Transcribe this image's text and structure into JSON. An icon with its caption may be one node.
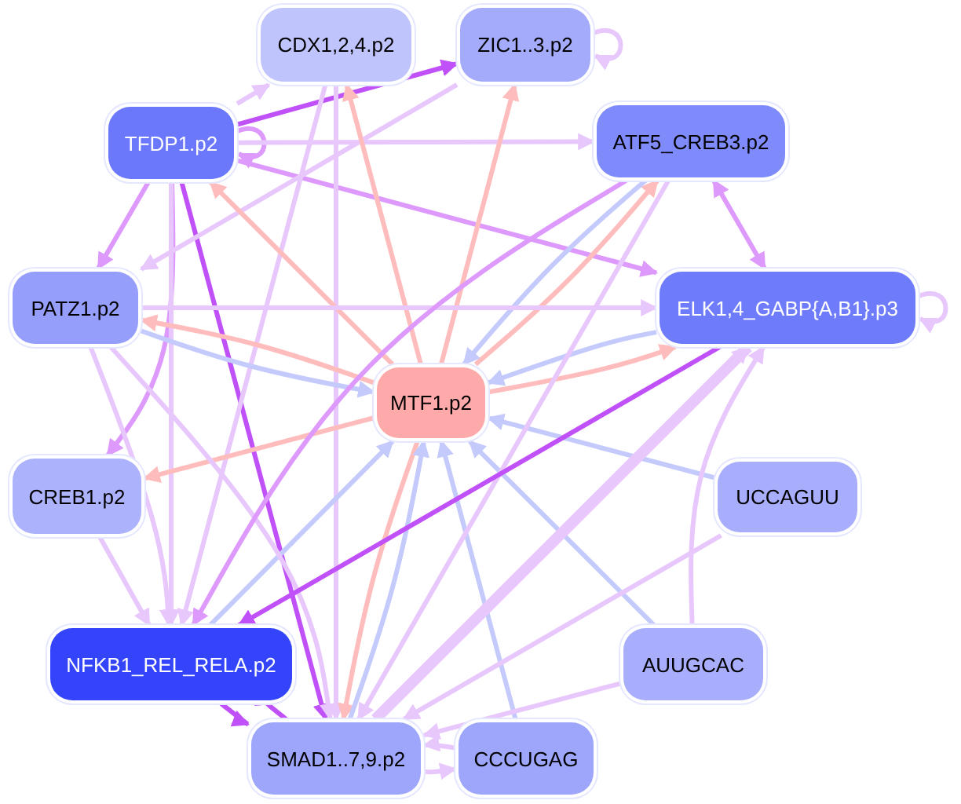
{
  "diagram": {
    "nodes": [
      {
        "text": [
          "CDX1,2,4.p2"
        ]
      },
      {
        "text": [
          "ZIC1..3.p2"
        ]
      },
      {
        "text": [
          "TFDP1.p2"
        ]
      },
      {
        "text": [
          "ATF5_CREB3.p2"
        ]
      },
      {
        "text": [
          "PATZ1.p2"
        ]
      },
      {
        "text": [
          "ELK1,4_GABP{A,B1}.p3"
        ]
      },
      {
        "text": [
          "MTF1.p2"
        ]
      },
      {
        "text": [
          "CREB1.p2"
        ]
      },
      {
        "text": [
          "UCCAGUU"
        ]
      },
      {
        "text": [
          "NFKB1_REL_RELA.p2"
        ]
      },
      {
        "text": [
          "AUUGCAC"
        ]
      },
      {
        "text": [
          "SMAD1..7,9.p2"
        ]
      },
      {
        "text": [
          "CCCUGAG"
        ]
      }
    ],
    "edges": [
      {
        "from": 2,
        "to": 0,
        "arrow": "to"
      },
      {
        "from": 2,
        "to": 1,
        "arrow": "to",
        "color": "#c050f8"
      },
      {
        "from": 2,
        "to": 2,
        "arrow": "to",
        "color": "#dd9afc"
      },
      {
        "from": 2,
        "to": 3,
        "arrow": "to"
      },
      {
        "from": 2,
        "to": 5,
        "arrow": "to",
        "color": "#dd9afc"
      },
      {
        "from": 2,
        "to": 4,
        "arrow": "to",
        "color": "#dd9afc"
      },
      {
        "from": 2,
        "to": 7,
        "arrow": "to",
        "color": "#dd9afc"
      },
      {
        "from": 2,
        "to": 9,
        "arrow": "to"
      },
      {
        "from": 2,
        "to": 11,
        "arrow": "to",
        "color": "#c050f8"
      },
      {
        "from": 1,
        "to": 4,
        "arrow": "to"
      },
      {
        "from": 1,
        "to": 1,
        "arrow": "to"
      },
      {
        "from": 0,
        "to": 9,
        "arrow": "to"
      },
      {
        "from": 0,
        "to": 11,
        "arrow": "to"
      },
      {
        "from": 6,
        "to": 0,
        "arrow": "to",
        "color": "#ffbcbc"
      },
      {
        "from": 6,
        "to": 1,
        "arrow": "to",
        "color": "#ffbcbc"
      },
      {
        "from": 6,
        "to": 2,
        "arrow": "to",
        "color": "#ffbcbc"
      },
      {
        "from": 6,
        "to": 4,
        "arrow": "to",
        "color": "#ffbcbc"
      },
      {
        "from": 6,
        "to": 7,
        "arrow": "to",
        "color": "#ffbcbc"
      },
      {
        "from": 6,
        "to": 3,
        "arrow": "to",
        "color": "#ffbcbc"
      },
      {
        "from": 6,
        "to": 5,
        "arrow": "to",
        "color": "#ffbcbc"
      },
      {
        "from": 6,
        "to": 11,
        "arrow": "to",
        "color": "#ffbcbc"
      },
      {
        "from": 4,
        "to": 6,
        "arrow": "to",
        "color": "#c4cafc"
      },
      {
        "from": 5,
        "to": 6,
        "arrow": "to",
        "color": "#c4cafc"
      },
      {
        "from": 3,
        "to": 6,
        "arrow": "to",
        "color": "#c4cafc"
      },
      {
        "from": 9,
        "to": 6,
        "arrow": "to",
        "color": "#c4cafc"
      },
      {
        "from": 8,
        "to": 6,
        "arrow": "to",
        "color": "#c4cafc"
      },
      {
        "from": 10,
        "to": 6,
        "arrow": "to",
        "color": "#c4cafc"
      },
      {
        "from": 12,
        "to": 6,
        "arrow": "to",
        "color": "#c4cafc"
      },
      {
        "from": 11,
        "to": 6,
        "arrow": "to",
        "color": "#c4cafc"
      },
      {
        "from": 4,
        "to": 5,
        "arrow": "to"
      },
      {
        "from": 4,
        "to": 9,
        "arrow": "to"
      },
      {
        "from": 4,
        "to": 11,
        "arrow": "to"
      },
      {
        "from": 3,
        "to": 9,
        "arrow": "to",
        "color": "#dd9afc"
      },
      {
        "from": 3,
        "to": 11,
        "arrow": "to"
      },
      {
        "from": 3,
        "to": 5,
        "arrow": "both",
        "color": "#dd9afc"
      },
      {
        "from": 5,
        "to": 5,
        "arrow": "to"
      },
      {
        "from": 5,
        "to": 9,
        "arrow": "to",
        "color": "#c050f8"
      },
      {
        "from": 11,
        "to": 5,
        "arrow": "to",
        "style": "thick"
      },
      {
        "from": 7,
        "to": 9,
        "arrow": "to"
      },
      {
        "from": 9,
        "to": 11,
        "arrow": "to",
        "color": "#c050f8"
      },
      {
        "from": 11,
        "to": 9,
        "arrow": "to",
        "color": "#c050f8"
      },
      {
        "from": 8,
        "to": 11,
        "arrow": "to"
      },
      {
        "from": 10,
        "to": 11,
        "arrow": "to"
      },
      {
        "from": 10,
        "to": 5,
        "arrow": "to"
      },
      {
        "from": 12,
        "to": 11,
        "arrow": "to"
      },
      {
        "from": 11,
        "to": 12,
        "arrow": "to"
      }
    ]
  }
}
